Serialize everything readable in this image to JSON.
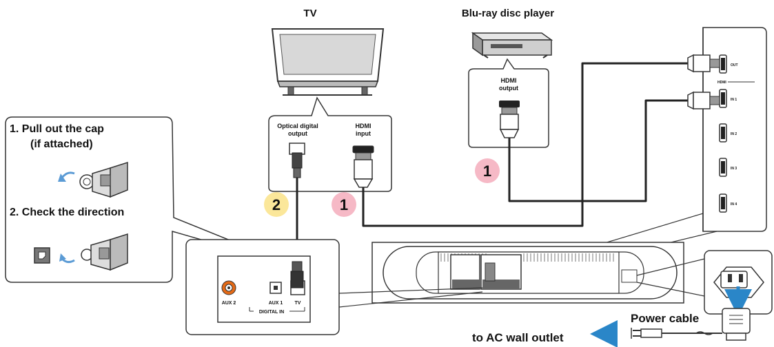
{
  "labels": {
    "tv": "TV",
    "bluray": "Blu-ray disc player",
    "step1": "1. Pull out the cap",
    "step1b": "(if attached)",
    "step2": "2. Check the direction",
    "optical_line1": "Optical digital",
    "optical_line2": "output",
    "hdmi_in_line1": "HDMI",
    "hdmi_in_line2": "input",
    "hdmi_out_line1": "HDMI",
    "hdmi_out_line2": "output",
    "out": "OUT",
    "hdmi": "HDMI",
    "in1": "IN 1",
    "in2": "IN 2",
    "in3": "IN 3",
    "in4": "IN 4",
    "aux2": "AUX 2",
    "aux1": "AUX 1",
    "tv_port": "TV",
    "digital_in": "DIGITAL IN",
    "power_cable": "Power cable",
    "ac_outlet": "to AC wall outlet"
  },
  "badges": {
    "hdmi_tv": "1",
    "optical": "2",
    "hdmi_bd": "1"
  },
  "colors": {
    "badge_pink": "#f6b9c6",
    "badge_yellow": "#fbe79a",
    "arrow_blue": "#2a86c8",
    "orange_jack": "#e56a16",
    "cap_arrow": "#5b9bd5"
  }
}
